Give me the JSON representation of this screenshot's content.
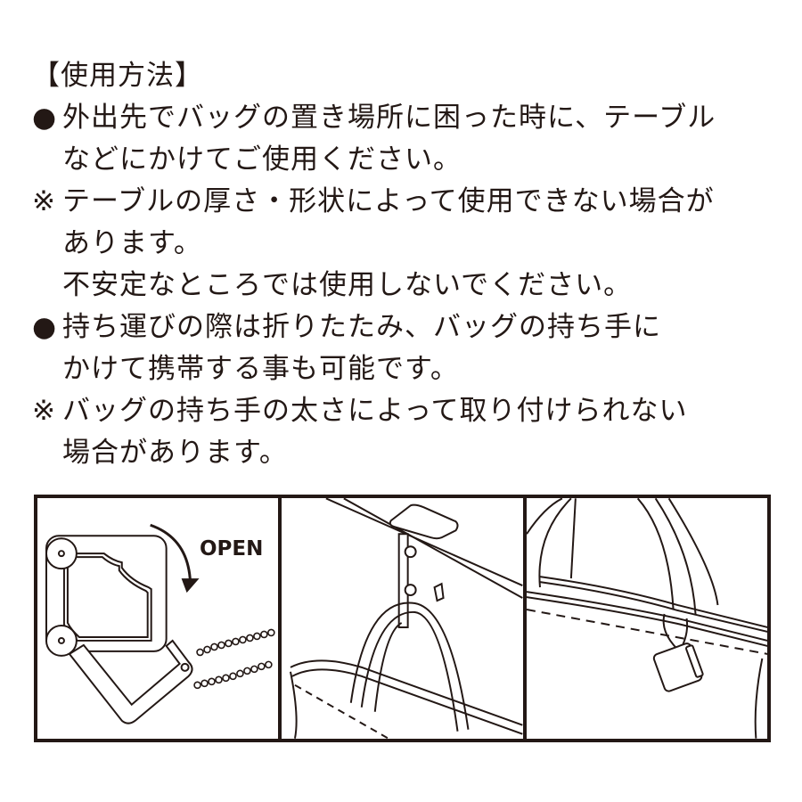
{
  "title": "【使用方法】",
  "instructions": [
    {
      "marker": "●",
      "type": "bullet",
      "lines": [
        "外出先でバッグの置き場所に困った時に、テーブル",
        "などにかけてご使用ください。"
      ]
    },
    {
      "marker": "※",
      "type": "note",
      "lines": [
        "テーブルの厚さ・形状によって使用できない場合が",
        "あります。",
        "不安定なところでは使用しないでください。"
      ]
    },
    {
      "marker": "●",
      "type": "bullet",
      "lines": [
        "持ち運びの際は折りたたみ、バッグの持ち手に",
        "かけて携帯する事も可能です。"
      ]
    },
    {
      "marker": "※",
      "type": "note",
      "lines": [
        "バッグの持ち手の太さによって取り付けられない",
        "場合があります。"
      ]
    }
  ],
  "illustrations": {
    "panel1": {
      "label": "OPEN",
      "icons": [
        "folding-hook-icon",
        "rotate-arrow-icon",
        "ball-chain-icon"
      ]
    },
    "panel2": {
      "icons": [
        "table-edge-icon",
        "hanging-hook-icon",
        "tote-bag-icon"
      ]
    },
    "panel3": {
      "icons": [
        "tote-bag-handle-icon",
        "folded-hook-charm-icon"
      ]
    }
  },
  "colors": {
    "ink": "#231815",
    "background": "#ffffff"
  }
}
